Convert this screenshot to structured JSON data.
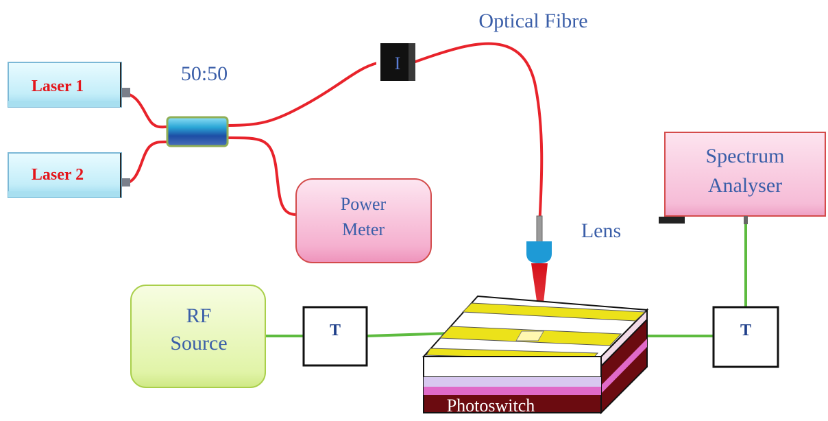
{
  "labels": {
    "optical_fibre": "Optical Fibre",
    "splitter_ratio": "50:50",
    "isolator": "I",
    "laser1": "Laser 1",
    "laser2": "Laser 2",
    "power_meter_line1": "Power",
    "power_meter_line2": "Meter",
    "lens": "Lens",
    "spectrum_line1": "Spectrum",
    "spectrum_line2": "Analyser",
    "rf_line1": "RF",
    "rf_line2": "Source",
    "bias_tee_left": "T",
    "bias_tee_right": "T",
    "photoswitch": "Photoswitch"
  },
  "colors": {
    "fibre": "#e8232b",
    "rf_cable": "#5dbb3f",
    "label_blue": "#3a5ea8",
    "laser_fill": "#cdf0fb",
    "power_meter_fill": "#f6b4d2",
    "spectrum_fill": "#f7bfd9",
    "rf_fill": "#e6f6b4",
    "electrode": "#ece21a",
    "substrate": "#6b0b10"
  }
}
